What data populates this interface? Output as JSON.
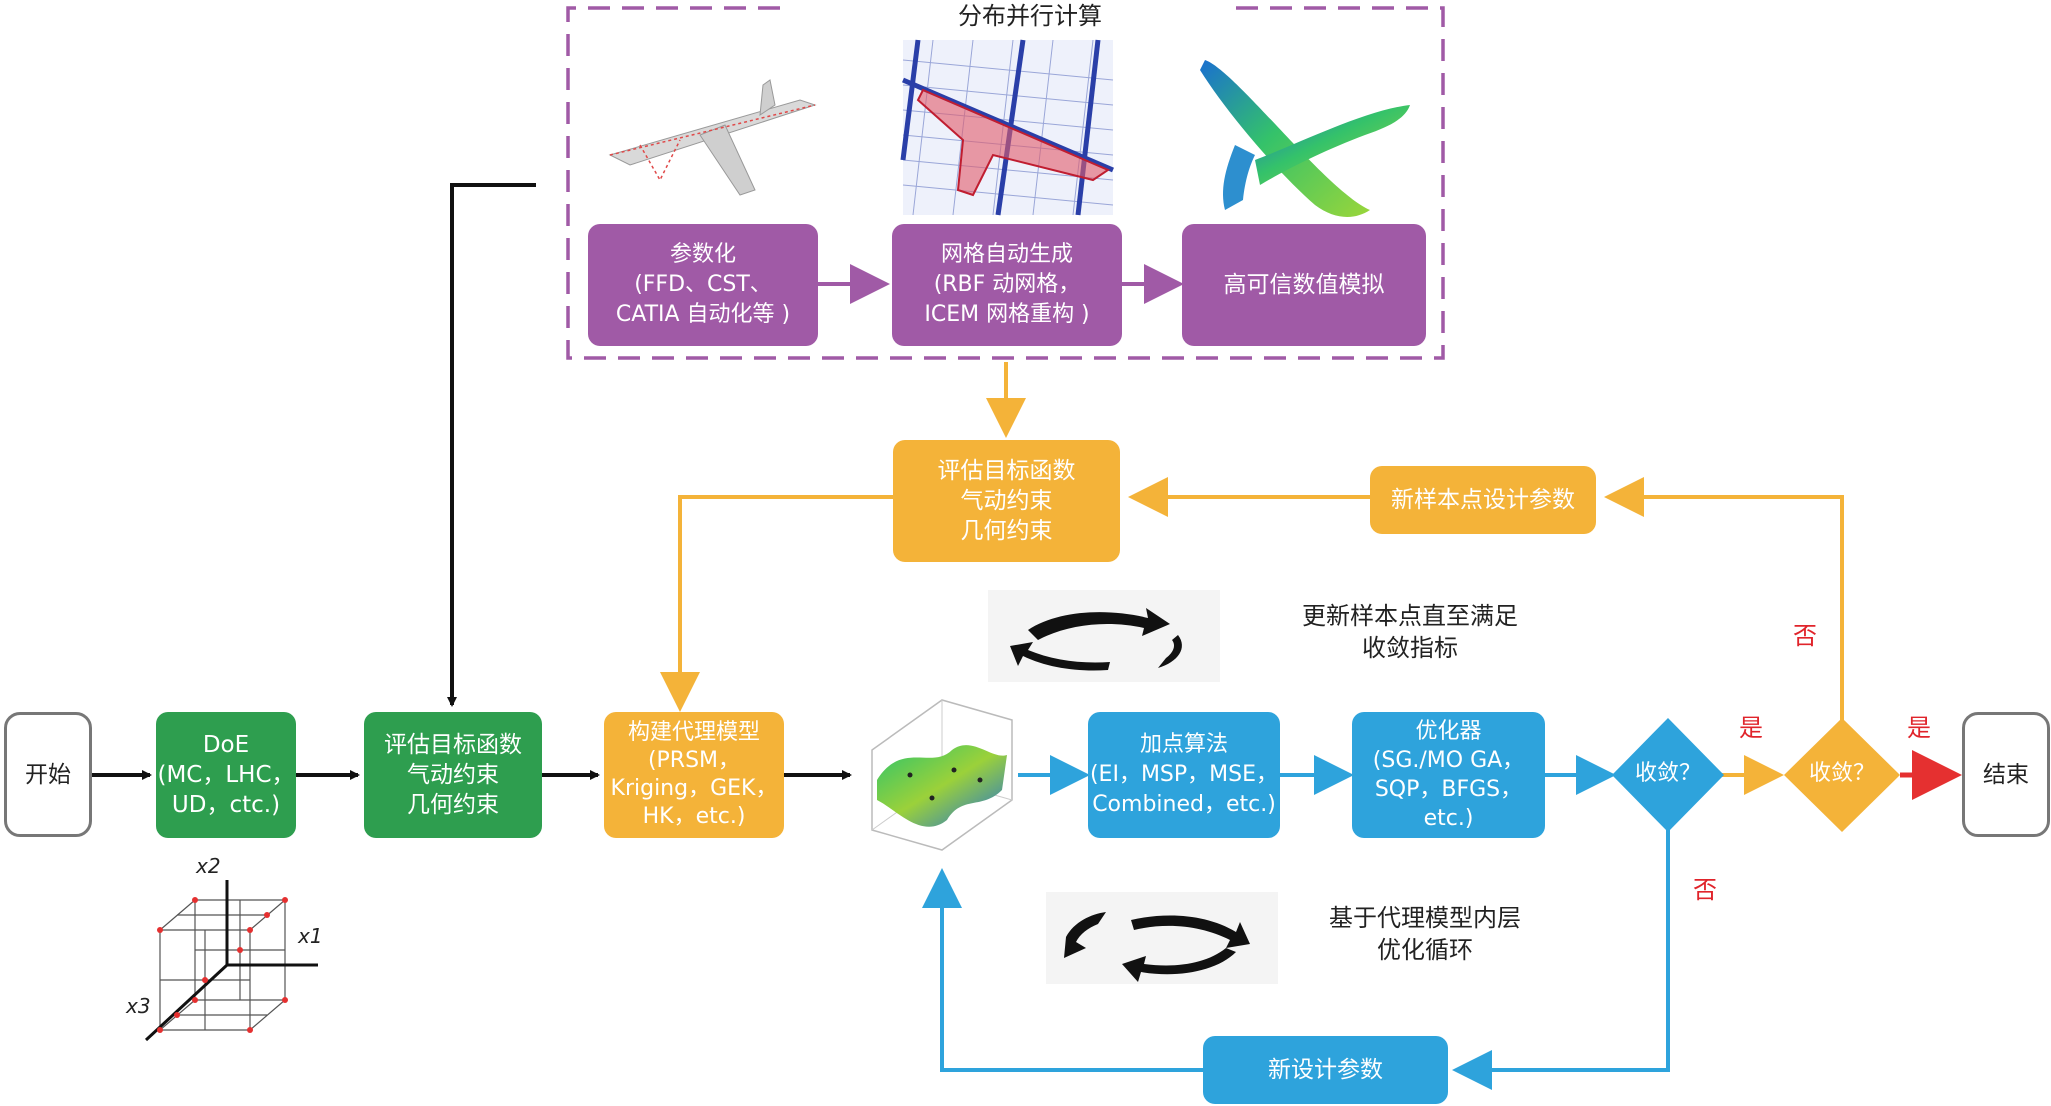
{
  "colors": {
    "green": "#2e9e4f",
    "purple": "#a05aa6",
    "orange": "#f4b339",
    "blue": "#2ea3dc",
    "red": "#e53030",
    "black": "#111111"
  },
  "group_title": "分布并行计算",
  "nodes": {
    "start": "开始",
    "doe": [
      "DoE",
      "(MC，LHC，",
      "UD，ctc.)"
    ],
    "eval1": [
      "评估目标函数",
      "气动约束",
      "几何约束"
    ],
    "surrogate": [
      "构建代理模型",
      "(PRSM，",
      "Kriging，GEK，",
      "HK，etc.)"
    ],
    "infill": [
      "加点算法",
      "(EI，MSP，MSE，",
      "Combined，etc.)"
    ],
    "optimizer": [
      "优化器",
      "(SG./MO GA，",
      "SQP，BFGS，",
      "etc.)"
    ],
    "converge1": "收敛？",
    "converge2": "收敛？",
    "end": "结束",
    "param": [
      "参数化",
      "(FFD、CST、",
      "CATIA 自动化等 )"
    ],
    "mesh": [
      "网格自动生成",
      "(RBF 动网格，",
      "ICEM 网格重构 )"
    ],
    "cfd": "高可信数值模拟",
    "eval2": [
      "评估目标函数",
      "气动约束",
      "几何约束"
    ],
    "new_sample": "新样本点设计参数",
    "new_design": "新设计参数"
  },
  "notes": {
    "outer_loop": [
      "更新样本点直至满足",
      "收敛指标"
    ],
    "inner_loop": [
      "基于代理模型内层",
      "优化循环"
    ]
  },
  "edge_labels": {
    "yes1": "是",
    "yes2": "是",
    "no1": "否",
    "no2": "否"
  },
  "axes": {
    "x1": "x1",
    "x2": "x2",
    "x3": "x3"
  },
  "icons": [
    "aircraft-wireframe-icon",
    "mesh-wing-icon",
    "cfd-wing-icon",
    "response-surface-icon",
    "cycle-arrows-icon",
    "doe-cube-icon"
  ]
}
